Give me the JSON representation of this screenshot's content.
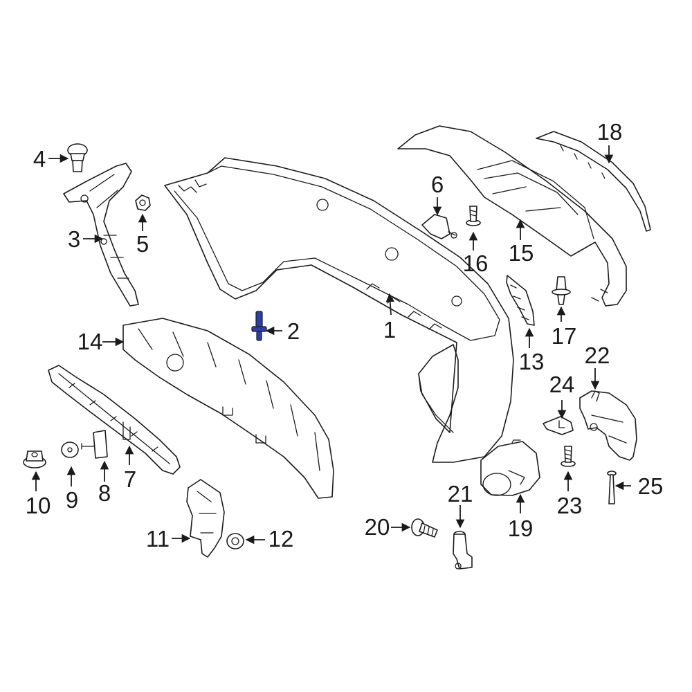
{
  "colors": {
    "ink": "#1a1a1a",
    "background": "#ffffff",
    "highlight": "#2b3fa8"
  },
  "callouts": [
    {
      "id": "1",
      "label": "1"
    },
    {
      "id": "2",
      "label": "2",
      "highlighted": true
    },
    {
      "id": "3",
      "label": "3"
    },
    {
      "id": "4",
      "label": "4"
    },
    {
      "id": "5",
      "label": "5"
    },
    {
      "id": "6",
      "label": "6"
    },
    {
      "id": "7",
      "label": "7"
    },
    {
      "id": "8",
      "label": "8"
    },
    {
      "id": "9",
      "label": "9"
    },
    {
      "id": "10",
      "label": "10"
    },
    {
      "id": "11",
      "label": "11"
    },
    {
      "id": "12",
      "label": "12"
    },
    {
      "id": "13",
      "label": "13"
    },
    {
      "id": "14",
      "label": "14"
    },
    {
      "id": "15",
      "label": "15"
    },
    {
      "id": "16",
      "label": "16"
    },
    {
      "id": "17",
      "label": "17"
    },
    {
      "id": "18",
      "label": "18"
    },
    {
      "id": "19",
      "label": "19"
    },
    {
      "id": "20",
      "label": "20"
    },
    {
      "id": "21",
      "label": "21"
    },
    {
      "id": "22",
      "label": "22"
    },
    {
      "id": "23",
      "label": "23"
    },
    {
      "id": "24",
      "label": "24"
    },
    {
      "id": "25",
      "label": "25"
    }
  ]
}
